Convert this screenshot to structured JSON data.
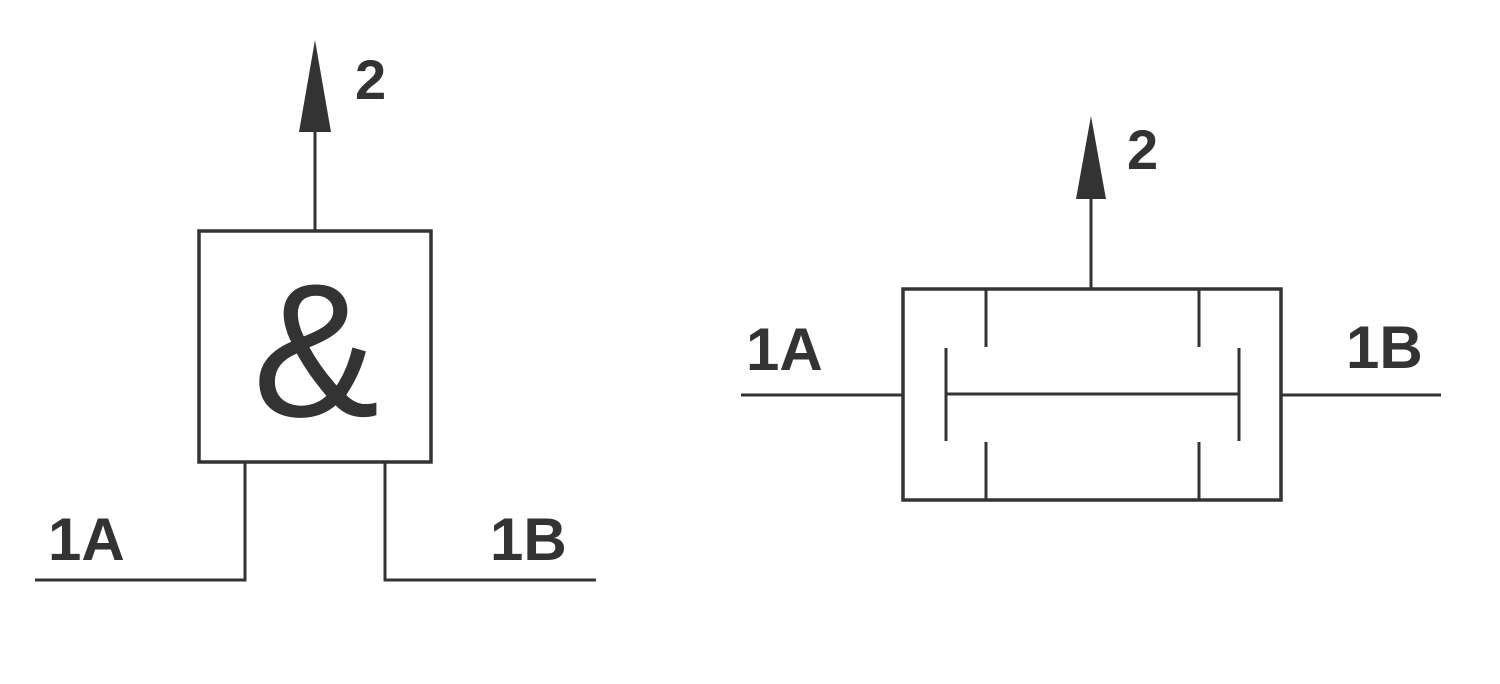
{
  "colors": {
    "stroke": "#333333",
    "background": "#ffffff"
  },
  "logic_symbol": {
    "gate_symbol": "&",
    "output_label": "2",
    "input_a_label": "1A",
    "input_b_label": "1B"
  },
  "pneumatic_symbol": {
    "output_label": "2",
    "input_a_label": "1A",
    "input_b_label": "1B"
  }
}
